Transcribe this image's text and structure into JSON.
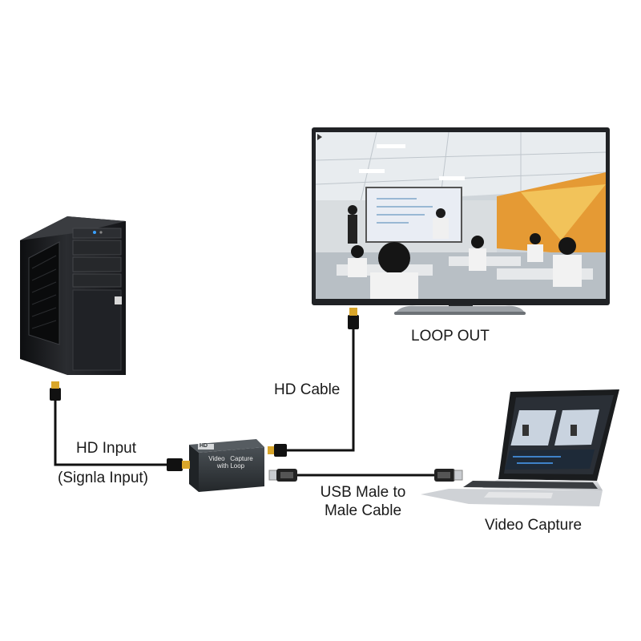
{
  "labels": {
    "loop_out": "LOOP OUT",
    "hd_cable": "HD Cable",
    "hd_input": "HD Input",
    "signal_input": "(Signla Input)",
    "usb_cable_line1": "USB Male to",
    "usb_cable_line2": "Male Cable",
    "video_capture": "Video Capture"
  },
  "device": {
    "badge": "HD",
    "text_line1": "Video   Capture",
    "text_line2": "with Loop"
  },
  "colors": {
    "cable": "#111111",
    "hdmi_tip": "#d9a62a",
    "usb_tip": "#c9ccd0",
    "device_body": "#2f3437",
    "pc_body": "#1c1d20",
    "tv_frame": "#202225",
    "laptop_base": "#d6d8db",
    "screen_orange": "#e59a34"
  }
}
